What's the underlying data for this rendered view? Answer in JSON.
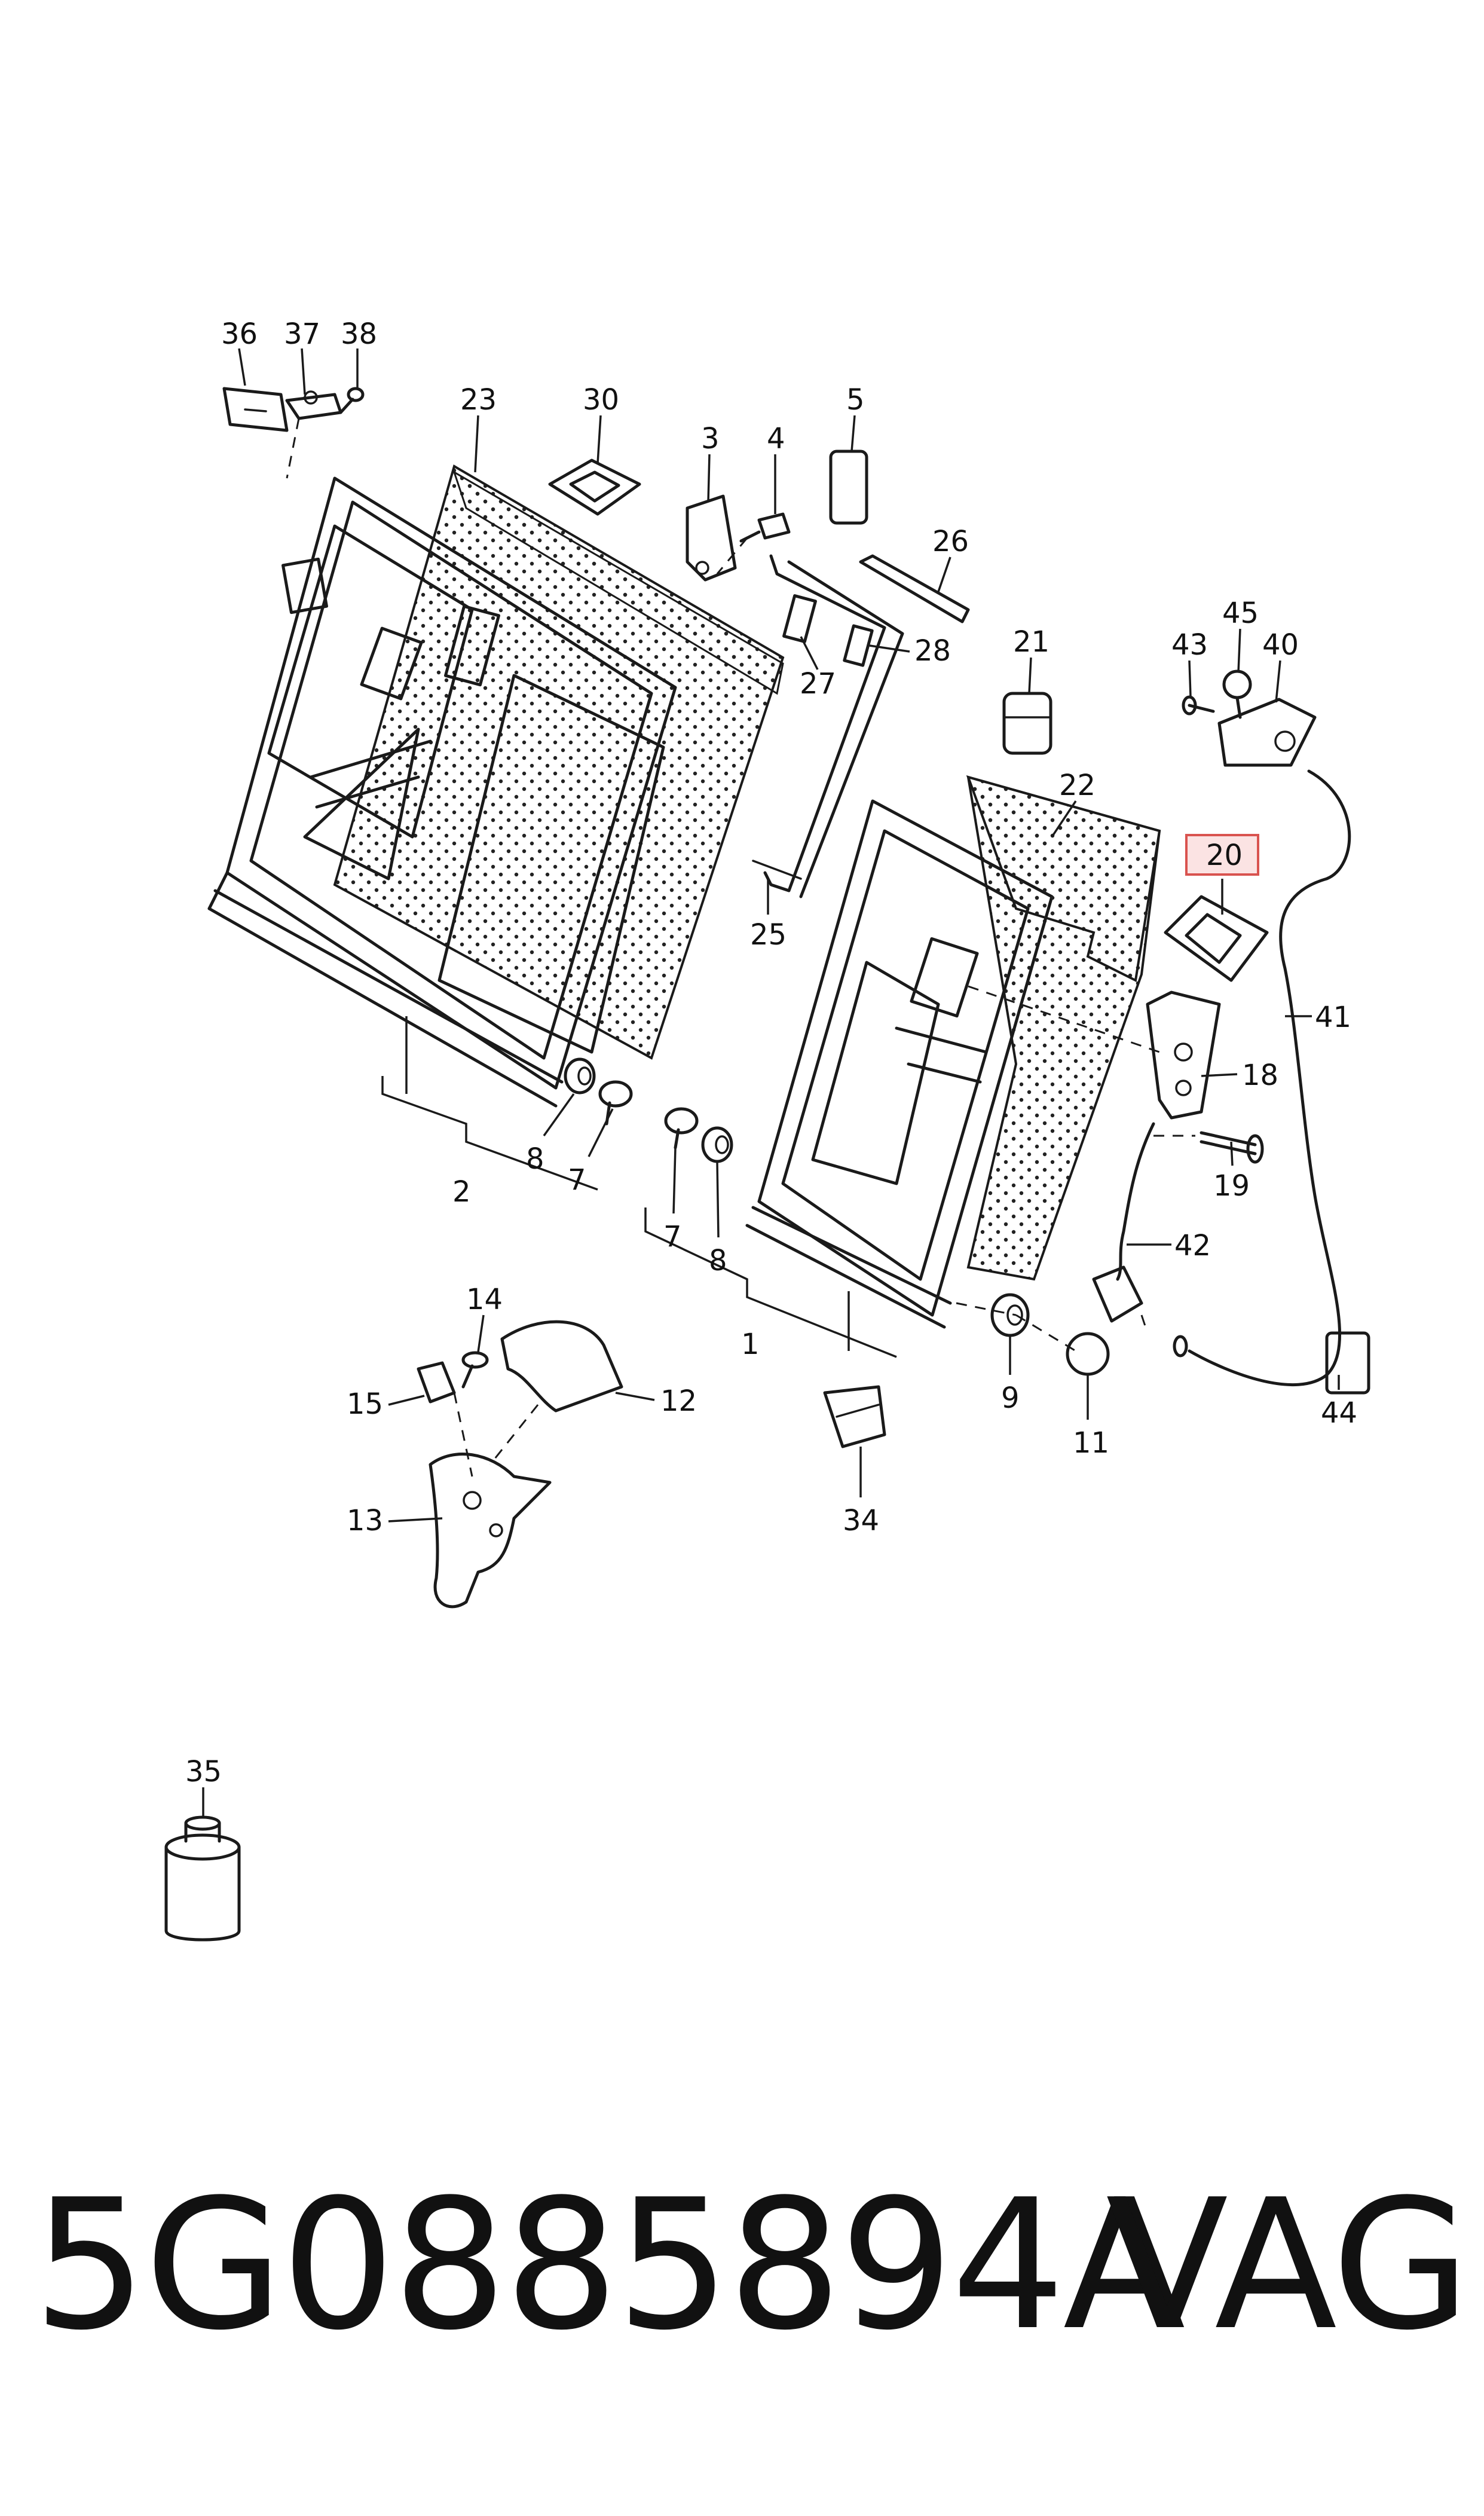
{
  "footer": {
    "part_number": "5G0885894A",
    "brand": "VAG"
  },
  "highlight": {
    "label": "20",
    "border_color": "#d9534f",
    "fill_color": "#fbe3e3"
  },
  "callouts": [
    "36",
    "37",
    "38",
    "23",
    "30",
    "3",
    "4",
    "5",
    "26",
    "21",
    "45",
    "43",
    "40",
    "28",
    "27",
    "22",
    "20",
    "25",
    "41",
    "18",
    "19",
    "42",
    "2",
    "8",
    "7",
    "7",
    "8",
    "1",
    "9",
    "11",
    "44",
    "14",
    "15",
    "12",
    "13",
    "34",
    "35"
  ]
}
